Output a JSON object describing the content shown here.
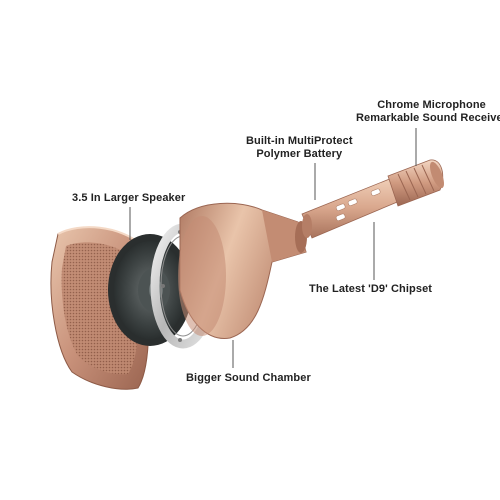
{
  "callouts": {
    "microphone_line1": "Chrome Microphone",
    "microphone_line2": "Remarkable Sound Receiver",
    "battery_line1": "Built-in MultiProtect",
    "battery_line2": "Polymer Battery",
    "speaker": "3.5 In Larger Speaker",
    "chipset": "The Latest 'D9' Chipset",
    "chamber": "Bigger Sound Chamber"
  },
  "colors": {
    "rose_gold_light": "#e8c2a8",
    "rose_gold_mid": "#c99478",
    "rose_gold_dark": "#8f5b45",
    "speaker_cone": "#3a3f40",
    "chrome": "#d6d6d6",
    "leader_line": "#555555",
    "text": "#222222"
  }
}
